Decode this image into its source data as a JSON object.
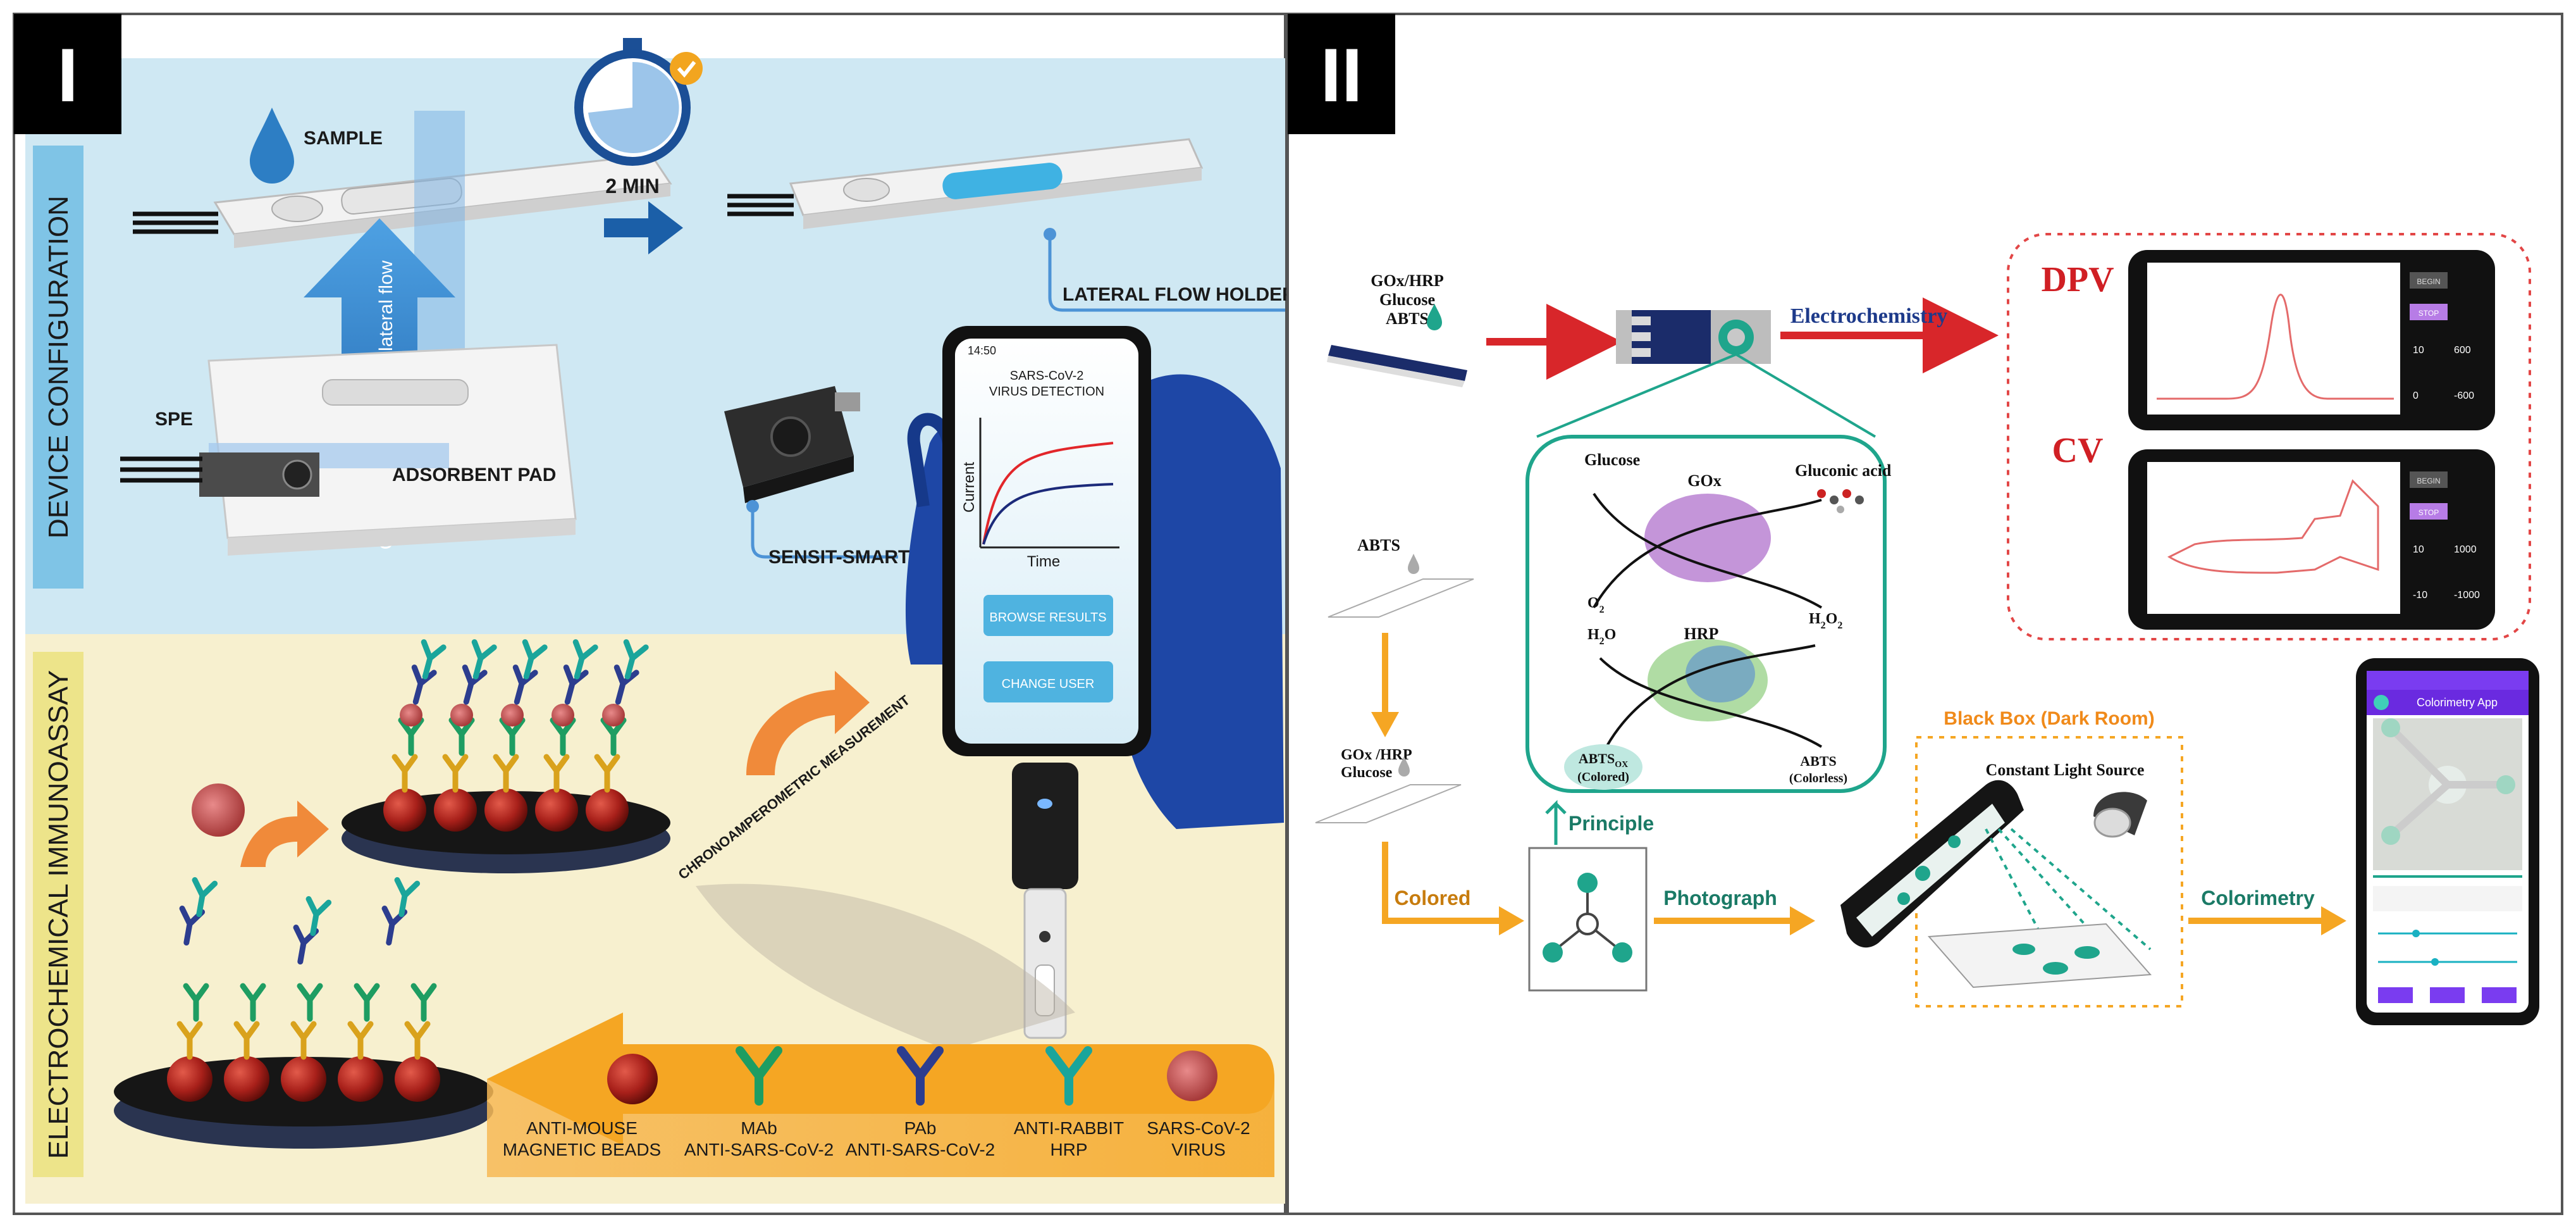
{
  "panel_left": {
    "badge": "I",
    "section_top": "DEVICE CONFIGURATION",
    "section_bottom": "ELECTROCHEMICAL IMMUNOASSAY",
    "sample_label": "SAMPLE",
    "timer_label": "2 MIN",
    "flow_label": "Combining vertical and lateral flow",
    "spe_label": "SPE",
    "absorbent_pad_label": "ADSORBENT PAD",
    "lateral_flow_holder_label": "LATERAL FLOW HOLDER",
    "sensit_smart_label": "SENSIT-SMART",
    "measurement_label": "CHRONOAMPEROMETRIC MEASUREMENT",
    "phone": {
      "time": "14:50",
      "title_line1": "SARS-CoV-2",
      "title_line2": "VIRUS DETECTION",
      "y_axis": "Current",
      "x_axis": "Time",
      "button_browse": "BROWSE RESULTS",
      "button_change": "CHANGE USER"
    },
    "reagents": [
      {
        "line1": "ANTI-MOUSE",
        "line2": "MAGNETIC BEADS"
      },
      {
        "line1": "MAb",
        "line2": "ANTI-SARS-CoV-2"
      },
      {
        "line1": "PAb",
        "line2": "ANTI-SARS-CoV-2"
      },
      {
        "line1": "ANTI-RABBIT",
        "line2": "HRP"
      },
      {
        "line1": "SARS-CoV-2",
        "line2": "VIRUS"
      }
    ]
  },
  "panel_right": {
    "badge": "II",
    "reagent_top": [
      "GOx/HRP",
      "Glucose",
      "ABTS"
    ],
    "electrochemistry_label": "Electrochemistry",
    "dpv_label": "DPV",
    "cv_label": "CV",
    "phone_dpv": {
      "btn_begin": "BEGIN",
      "btn_stop": "STOP",
      "row1": [
        "10",
        "600"
      ],
      "row2": [
        "0",
        "-600"
      ]
    },
    "phone_cv": {
      "btn_begin": "BEGIN",
      "btn_stop": "STOP",
      "row1": [
        "10",
        "1000"
      ],
      "row2": [
        "-10",
        "-1000"
      ]
    },
    "principle": {
      "glucose": "Glucose",
      "gox": "GOx",
      "gluconic_acid": "Gluconic acid",
      "o2": "O",
      "o2_sub": "2",
      "h2o": "H",
      "h2o_sub": "2",
      "h2o_tail": "O",
      "hrp": "HRP",
      "h2o2": "H",
      "h2o2_sub1": "2",
      "h2o2_mid": "O",
      "h2o2_sub2": "2",
      "abts_ox": "ABTS",
      "abts_ox_sub": "OX",
      "colored_paren": "(Colored)",
      "abts": "ABTS",
      "colorless_paren": "(Colorless)",
      "principle_label": "Principle"
    },
    "abts_label": "ABTS",
    "gox_glucose": [
      "GOx /HRP",
      "Glucose"
    ],
    "colored_label": "Colored",
    "photograph_label": "Photograph",
    "black_box_label": "Black Box (Dark Room)",
    "light_source_label": "Constant Light Source",
    "colorimetry_label": "Colorimetry",
    "app": {
      "title": "Colorimetry App"
    }
  },
  "colors": {
    "badge_bg": "#000000",
    "sky": "#cfe8f3",
    "cream": "#f7f0cf",
    "orange": "#f5a623",
    "red_arrow": "#d8262a",
    "teal": "#1fa58c",
    "blue_arrow": "#2a6db5",
    "dpv_red": "#d01f24"
  }
}
